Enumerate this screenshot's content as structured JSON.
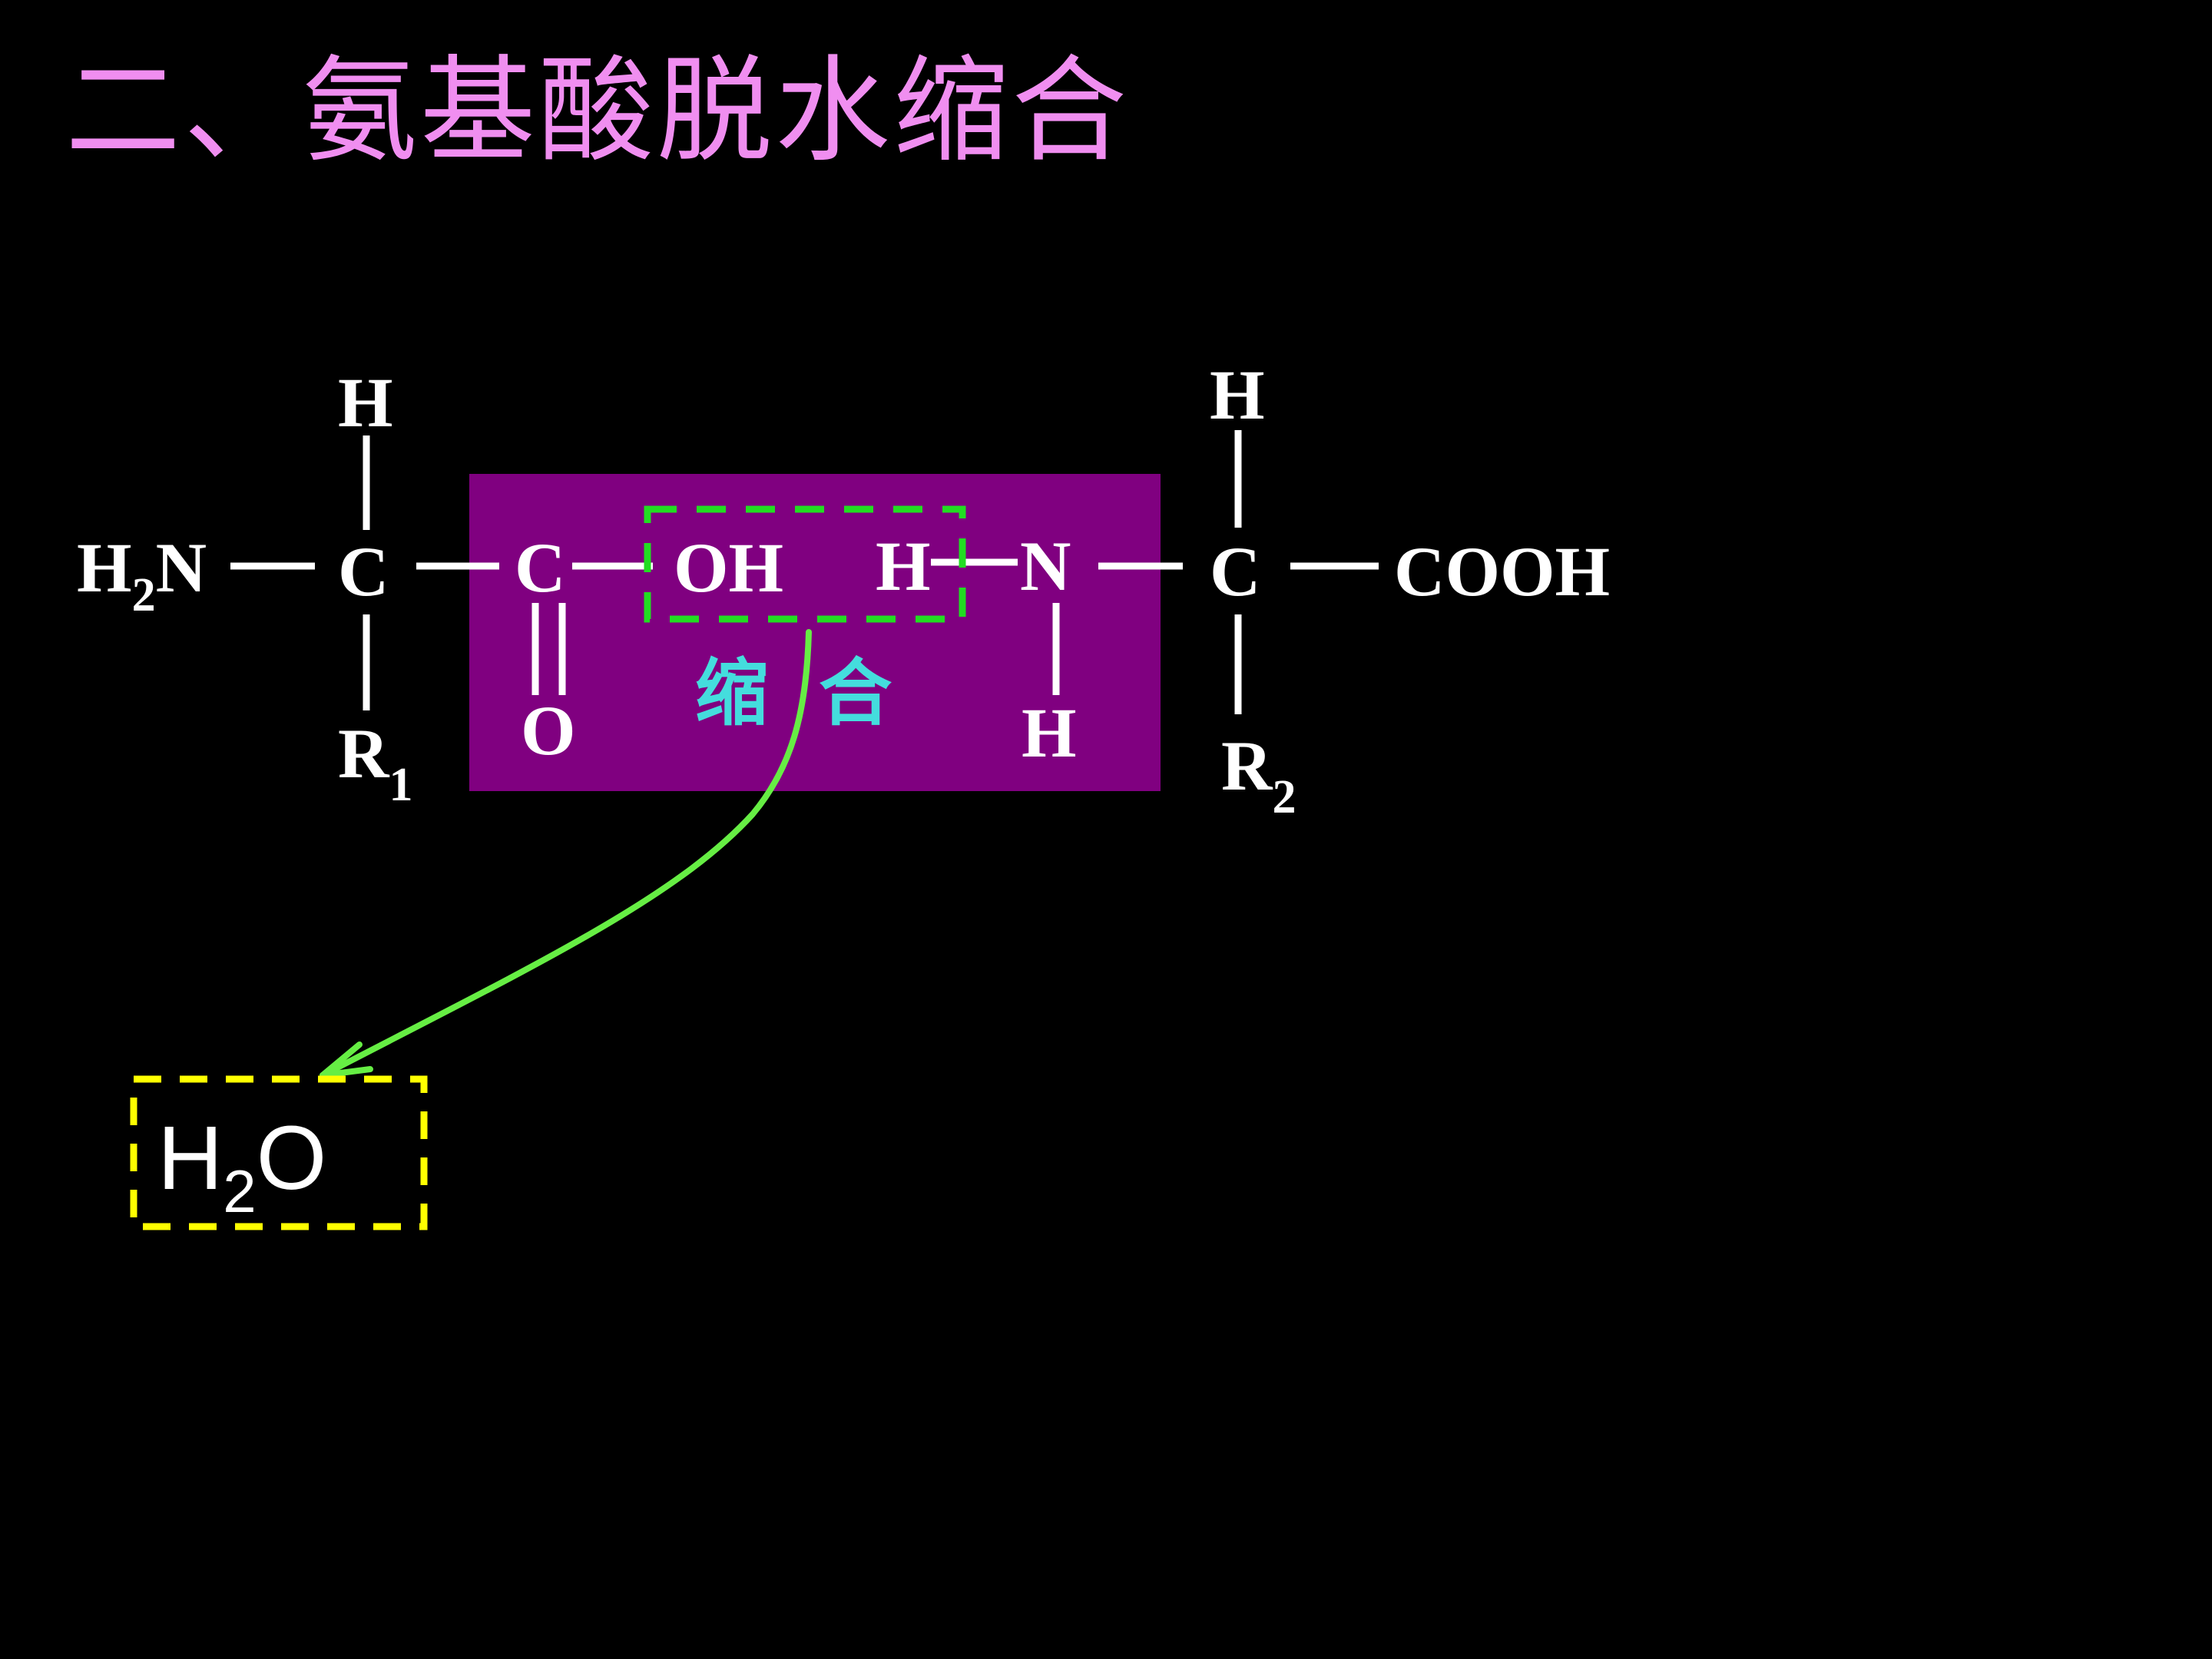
{
  "title": "二、氨基酸脱水缩合",
  "colors": {
    "background": "#000000",
    "title": "#f08ef0",
    "highlight_box": "#800080",
    "dashed_green": "#22dd22",
    "arrow_green": "#66ee44",
    "dashed_yellow": "#ffff00",
    "condensation_label": "#44dddd"
  },
  "molecule": {
    "amino_group": {
      "main": "H",
      "sub": "2",
      "tail": "N"
    },
    "alpha_carbon_1": "C",
    "alpha_h_1": "H",
    "side_chain_1": {
      "main": "R",
      "sub": "1"
    },
    "carbonyl_carbon": "C",
    "carbonyl_oxygen": "O",
    "hydroxyl": "OH",
    "amino_h": "H",
    "amide_nitrogen": "N",
    "nitrogen_h": "H",
    "alpha_carbon_2": "C",
    "alpha_h_2": "H",
    "side_chain_2": {
      "main": "R",
      "sub": "2"
    },
    "carboxyl": "COOH"
  },
  "condensation_label": "缩  合",
  "water": {
    "main": "H",
    "sub": "2",
    "tail": "O"
  },
  "arrow_icon": "curved-arrow-icon"
}
